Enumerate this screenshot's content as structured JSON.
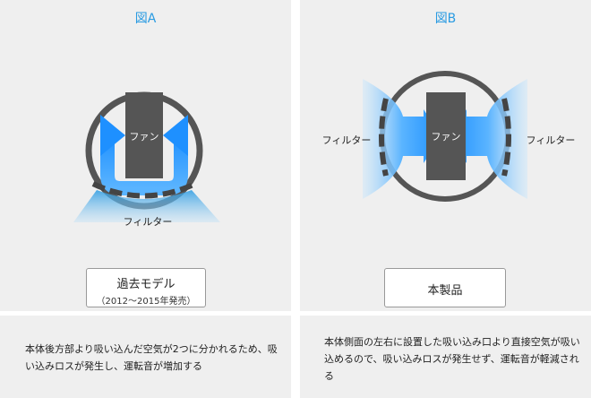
{
  "figure_a": {
    "title": "図A",
    "fan_label": "ファン",
    "filter_label": "フィルター",
    "box_title": "過去モデル",
    "box_subtitle": "（2012〜2015年発売）",
    "description": "本体後方部より吸い込んだ空気が2つに分かれるため、吸い込みロスが発生し、運転音が増加する"
  },
  "figure_b": {
    "title": "図B",
    "fan_label": "ファン",
    "filter_left_label": "フィルター",
    "filter_right_label": "フィルター",
    "box_title": "本製品",
    "description": "本体側面の左右に設置した吸い込み口より直接空気が吸い込めるので、吸い込みロスが発生せず、運転音が軽減される"
  },
  "colors": {
    "accent": "#2a9be2",
    "airflow": "#1e90ff",
    "ring": "#555555",
    "fan": "#555555",
    "panel": "#efefef"
  }
}
